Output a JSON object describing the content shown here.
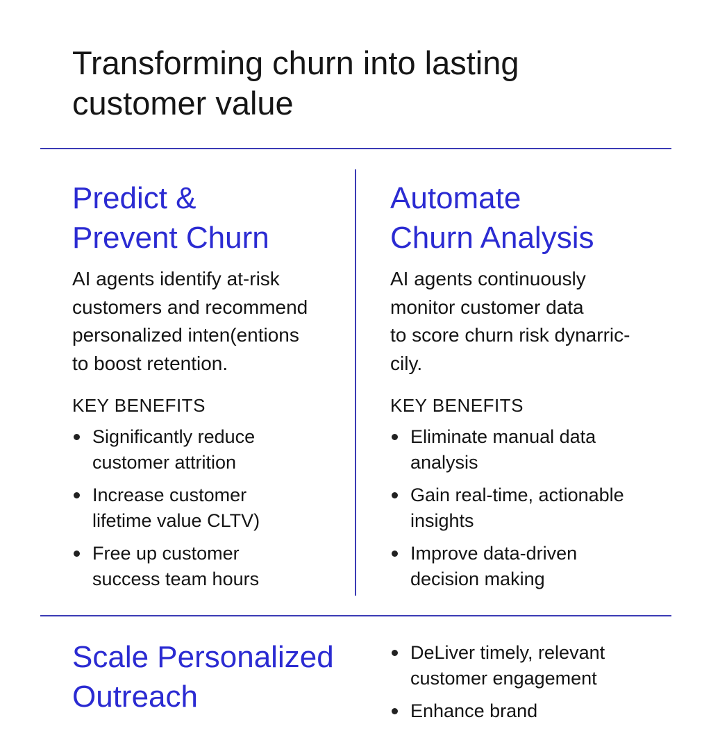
{
  "title": [
    "Transforming churn into lasting",
    "customer value"
  ],
  "sections": [
    {
      "heading": [
        "Predict &",
        "Prevent Churn"
      ],
      "description": [
        "AI agents identify at-risk",
        "customers and recommend",
        "personalized inten(entions",
        "to boost retention."
      ],
      "benefits_label": "KEY BENEFITS",
      "benefits": [
        [
          "Significantly reduce",
          "customer attrition"
        ],
        [
          "Increase customer",
          "lifetime value CLTV)"
        ],
        [
          "Free up customer",
          "success team hours"
        ]
      ]
    },
    {
      "heading": [
        "Automate",
        "Churn Analysis"
      ],
      "description": [
        "AI agents continuously",
        "monitor customer data",
        "to score churn risk dynarric-",
        "cily."
      ],
      "benefits_label": "KEY BENEFITS",
      "benefits": [
        [
          "Eliminate manual data",
          "analysis"
        ],
        [
          "Gain real-time, actionable",
          "insights"
        ],
        [
          "Improve  data-driven",
          "decision making"
        ]
      ]
    },
    {
      "heading": [
        "Scale Personalized",
        "Outreach"
      ],
      "benefits": [
        [
          "DeLiver timely, relevant",
          "customer engagement"
        ],
        [
          "Enhance brand",
          ""
        ]
      ]
    }
  ],
  "colors": {
    "accent": "#2b2bd2",
    "divider": "#3b3bb5",
    "text": "#141414"
  }
}
